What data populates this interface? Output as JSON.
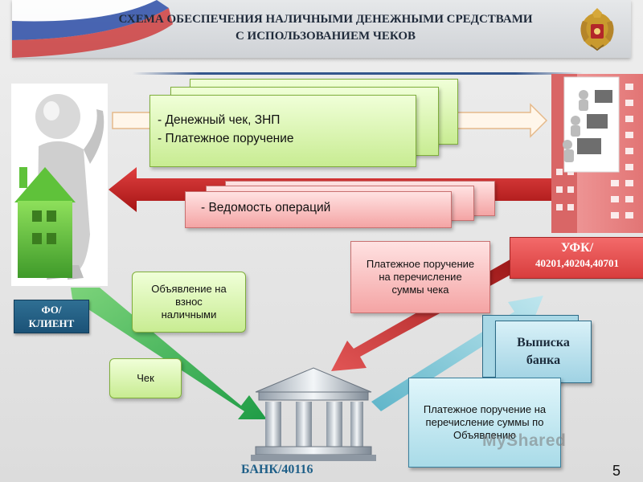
{
  "header": {
    "title_line1": "СХЕМА ОБЕСПЕЧЕНИЯ НАЛИЧНЫМИ ДЕНЕЖНЫМИ СРЕДСТВАМИ",
    "title_line2": "С ИСПОЛЬЗОВАНИЕМ ЧЕКОВ"
  },
  "documents_to_ufk": {
    "line1": "- Денежный чек, ЗНП",
    "line2": "- Платежное поручение"
  },
  "documents_from_ufk": {
    "line1": "- Ведомость операций"
  },
  "client": {
    "label_line1": "ФО/",
    "label_line2": "КЛИЕНТ"
  },
  "ufk": {
    "title": "УФК/",
    "accounts": "40201,40204,40701"
  },
  "payment_order_ufk": {
    "line1": "Платежное поручение",
    "line2": "на перечисление",
    "line3": "суммы чека"
  },
  "announcement": {
    "line1": "Объявление на",
    "line2": "взнос",
    "line3": "наличными"
  },
  "check": {
    "label": "Чек"
  },
  "bank_statement": {
    "line1": "Выписка",
    "line2": "банка"
  },
  "payment_order_bank": {
    "line1": "Платежное поручение на",
    "line2": "перечисление суммы по",
    "line3": "Объявлению"
  },
  "bank": {
    "label": "БАНК/40116"
  },
  "watermark": "MyShared",
  "page_number": "5",
  "colors": {
    "green_arrow": "#22a24a",
    "red_arrow": "#c61f1f",
    "blue_arrow": "#7ec8d8",
    "accent_blue": "#1e5f88"
  }
}
